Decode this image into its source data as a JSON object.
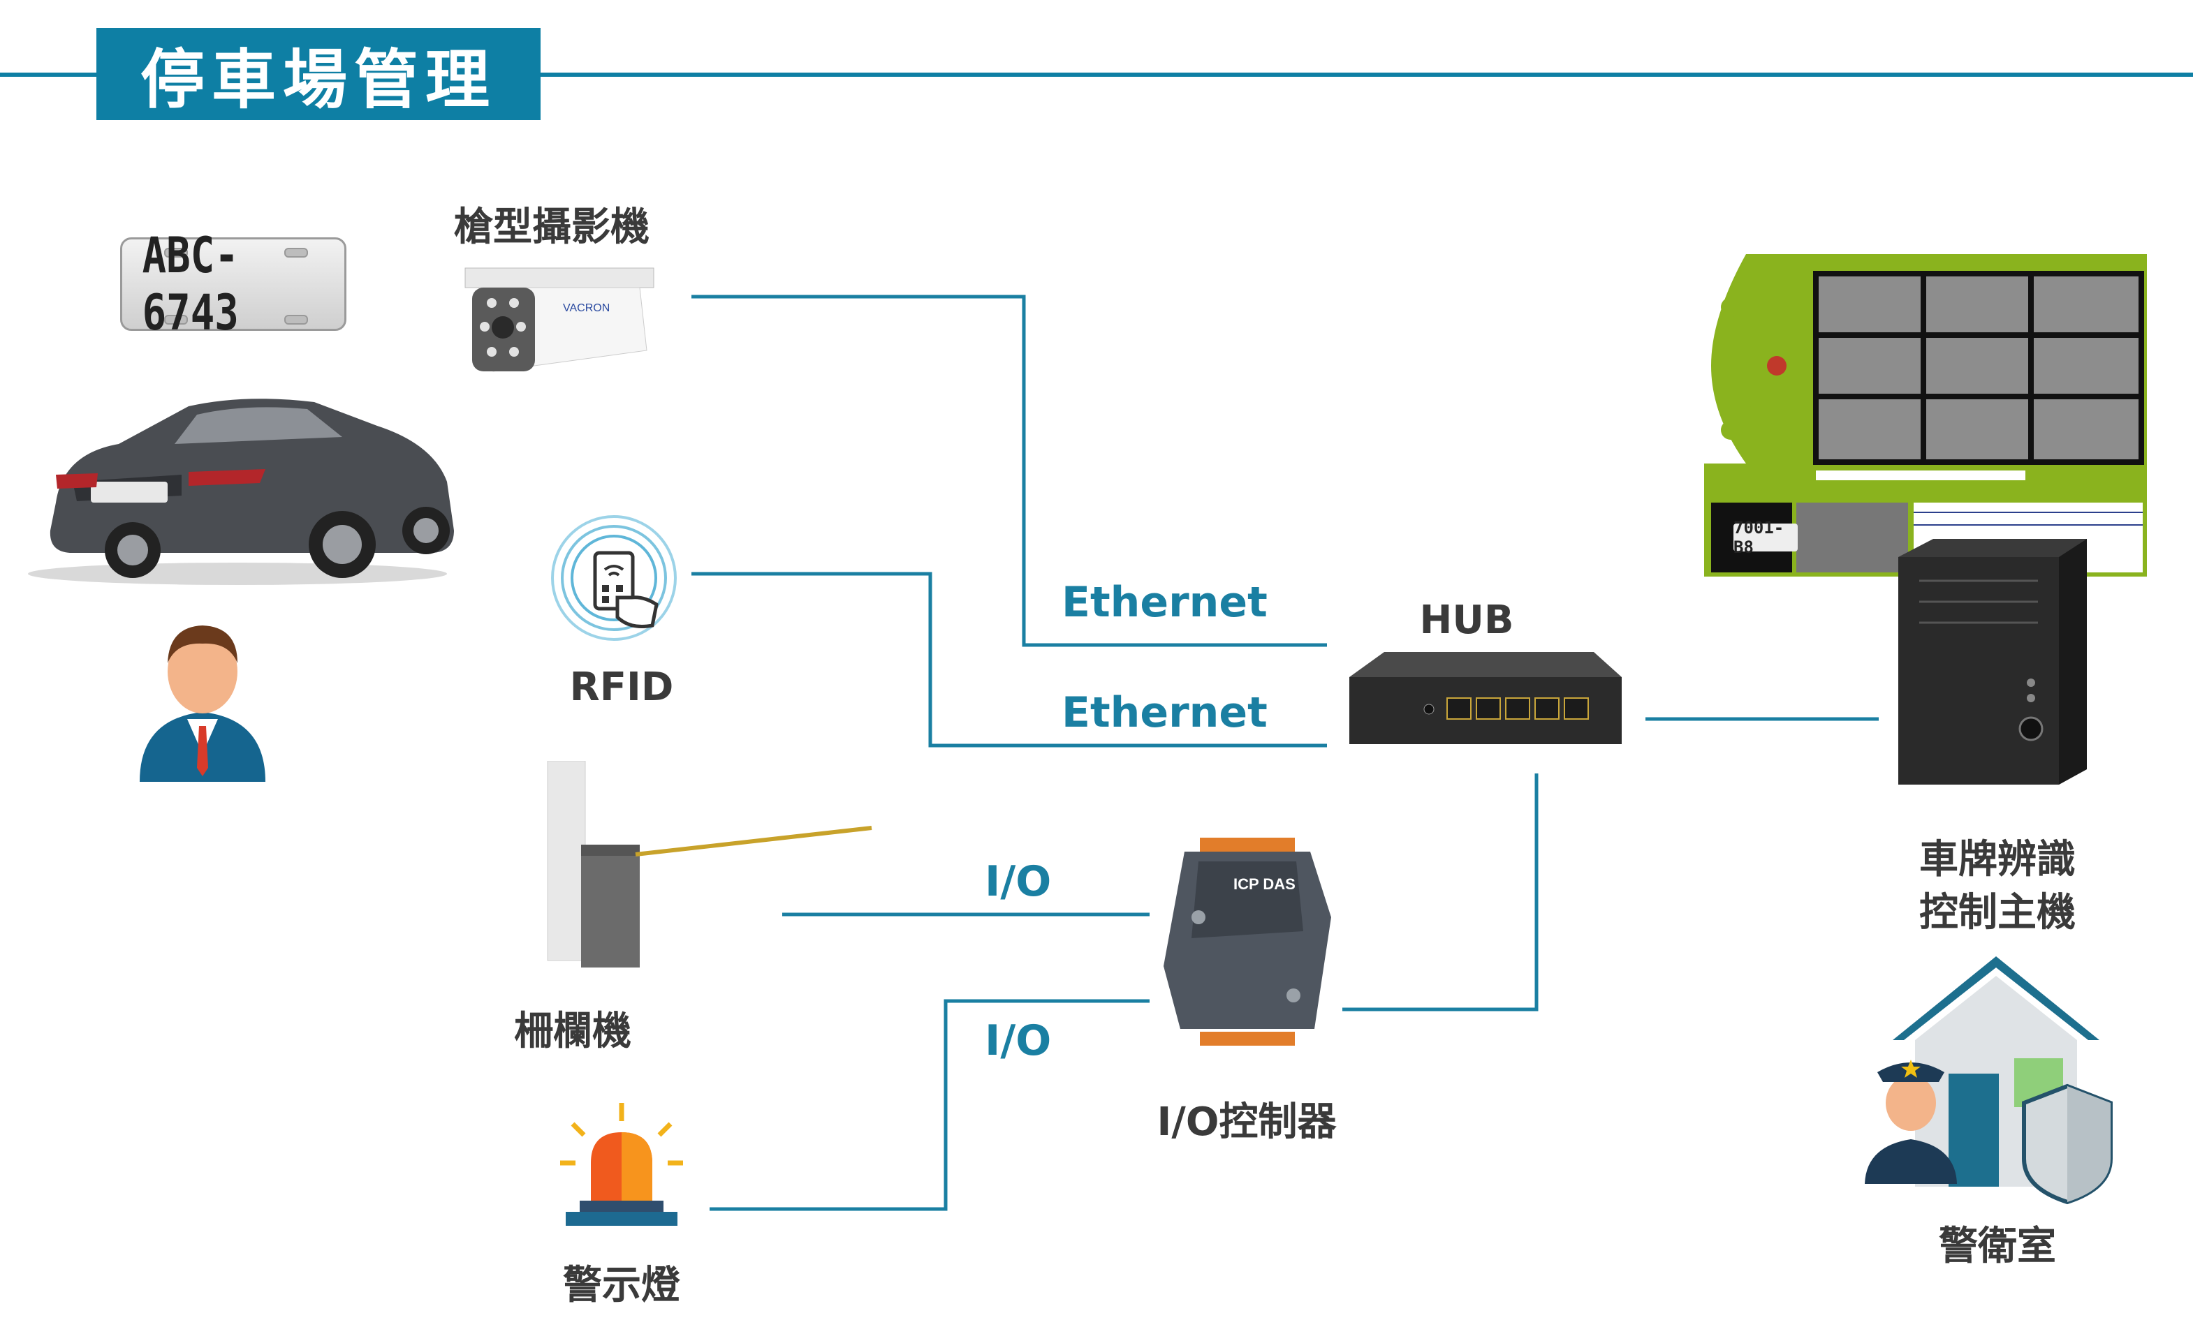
{
  "title": "停車場管理",
  "plate": {
    "text": "ABC-6743"
  },
  "devices": {
    "camera": "槍型攝影機",
    "rfid": "RFID",
    "barrier": "柵欄機",
    "alarm": "警示燈",
    "hub": "HUB",
    "io_controller": "I/O控制器",
    "main_host_line1": "車牌辨識",
    "main_host_line2": "控制主機",
    "guard_room": "警衛室"
  },
  "connections": {
    "camera_to_hub": "Ethernet",
    "rfid_to_hub": "Ethernet",
    "barrier_to_io": "I/O",
    "alarm_to_io": "I/O"
  },
  "monitor": {
    "plate_text": "7001-B8"
  },
  "colors": {
    "accent": "#0e7fa4",
    "line": "#1a7fa2",
    "label": "#3a3a3a"
  }
}
